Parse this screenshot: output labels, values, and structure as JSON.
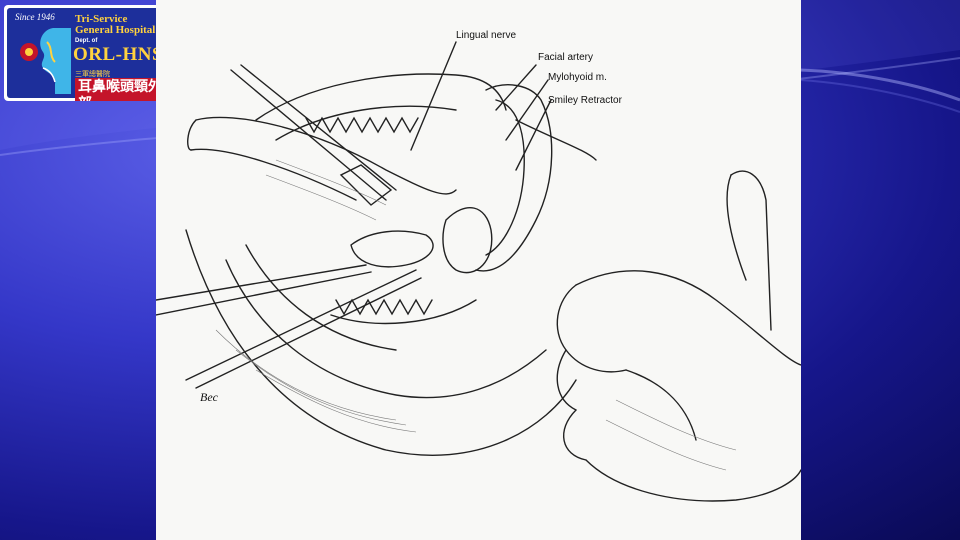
{
  "logo": {
    "since": "Since 1946",
    "name_line1": "Tri-Service",
    "name_line2": "General Hospital",
    "dept": "Dept. of",
    "orl": "ORL-HNS",
    "chinese_small": "三軍總醫院",
    "chinese_large": "耳鼻喉頭頸外科部",
    "colors": {
      "panel": "#1d2f9b",
      "gold": "#ffd23f",
      "red": "#c4142a"
    }
  },
  "figure": {
    "labels": [
      "Lingual nerve",
      "Facial artery",
      "Mylohyoid m.",
      "Smiley Retractor"
    ],
    "signature": "Bec"
  },
  "theme": {
    "background": "#2a2eb8",
    "accent": "#5a5ee6"
  }
}
